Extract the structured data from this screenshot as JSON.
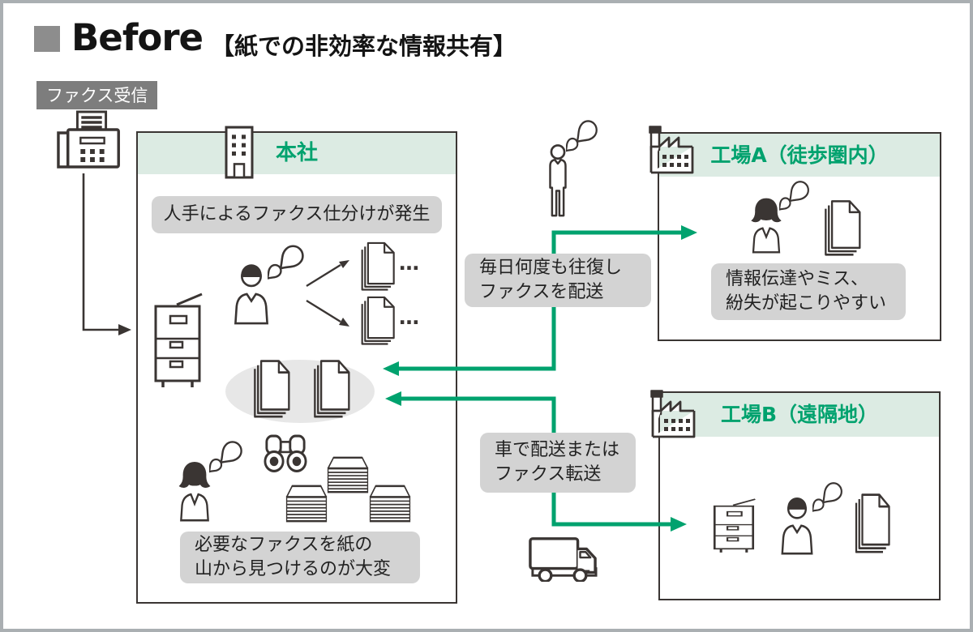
{
  "title": {
    "before": "Before",
    "subtitle": "【紙での非効率な情報共有】"
  },
  "fax": {
    "label": "ファクス受信"
  },
  "headquarters": {
    "title": "本社",
    "note_sorting": "人手によるファクス仕分けが発生",
    "dots_top": "…",
    "dots_bottom": "…",
    "note_search_line1": "必要なファクスを紙の",
    "note_search_line2": "山から見つけるのが大変"
  },
  "factory_a": {
    "title": "工場A（徒歩圏内）",
    "note_line1": "情報伝達やミス、",
    "note_line2": "紛失が起こりやすい"
  },
  "factory_b": {
    "title": "工場B（遠隔地）"
  },
  "routes": {
    "walk_label_line1": "毎日何度も往復し",
    "walk_label_line2": "ファクスを配送",
    "car_label_line1": "車で配送または",
    "car_label_line2": "ファクス転送"
  },
  "colors": {
    "accent_green": "#00a26e",
    "band_green": "#dcebe3",
    "note_gray": "#d3d3d3",
    "stroke_dark": "#3a3533",
    "fax_label_bg": "#7d7d7d",
    "title_square_gray": "#8d8d8d",
    "ellipse_gray": "#e7e7e7",
    "frame_gray": "#aaafb2"
  }
}
